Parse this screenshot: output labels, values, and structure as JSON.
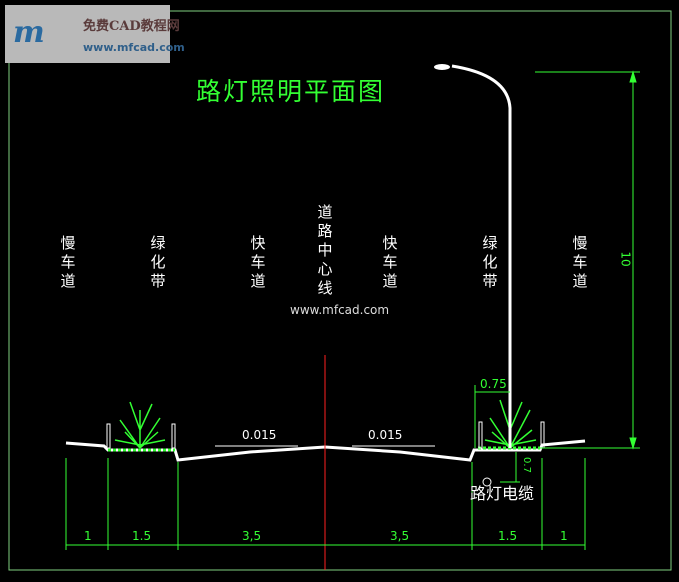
{
  "logo": {
    "mark": "m",
    "title": "免费CAD教程网",
    "url": "www.mfcad.com"
  },
  "title": "路灯照明平面图",
  "labels": {
    "slow_left": "慢车道",
    "green_left": "绿化带",
    "fast_left": "快车道",
    "center_line": "道路中心线",
    "fast_right": "快车道",
    "green_right": "绿化带",
    "slow_right": "慢车道"
  },
  "watermark": "www.mfcad.com",
  "slopes": [
    "0.015",
    "0.015"
  ],
  "dimensions": {
    "widths": [
      "1",
      "1.5",
      "3,5",
      "3,5",
      "1.5",
      "1"
    ],
    "pole_height": "10",
    "pole_offset": "0.75",
    "cable_depth": "0.7"
  },
  "cable_label": "路灯电缆",
  "colors": {
    "background": "#000000",
    "lines": "#33ff33",
    "profile": "#ffffff",
    "center_line": "#ff2020"
  }
}
